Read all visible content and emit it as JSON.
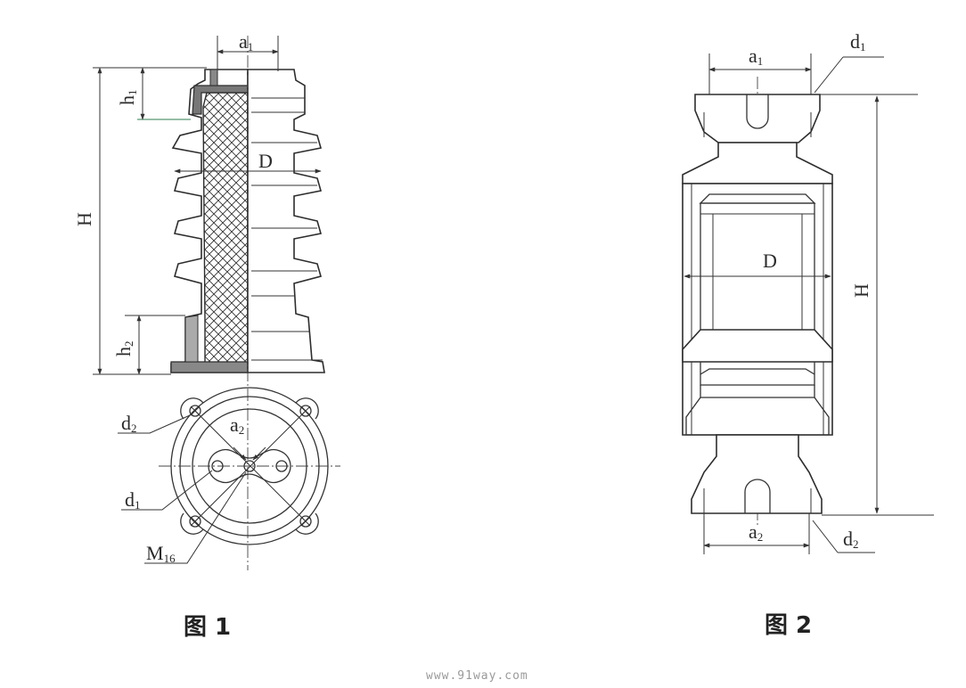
{
  "figure1": {
    "caption": "图 1",
    "labels": {
      "a1": "a",
      "a1_sub": "1",
      "h1": "h",
      "h1_sub": "1",
      "H": "H",
      "D": "D",
      "h2": "h",
      "h2_sub": "2",
      "d2": "d",
      "d2_sub": "2",
      "a2": "a",
      "a2_sub": "2",
      "d1": "d",
      "d1_sub": "1",
      "M16": "M",
      "M16_sub": "16"
    }
  },
  "figure2": {
    "caption": "图 2",
    "labels": {
      "a1": "a",
      "a1_sub": "1",
      "d1": "d",
      "d1_sub": "1",
      "D": "D",
      "H": "H",
      "a2": "a",
      "a2_sub": "2",
      "d2": "d",
      "d2_sub": "2"
    }
  },
  "watermark": "www.91way.com",
  "colors": {
    "ink": "#2d2d2d",
    "leader": "#2e7d4f"
  }
}
